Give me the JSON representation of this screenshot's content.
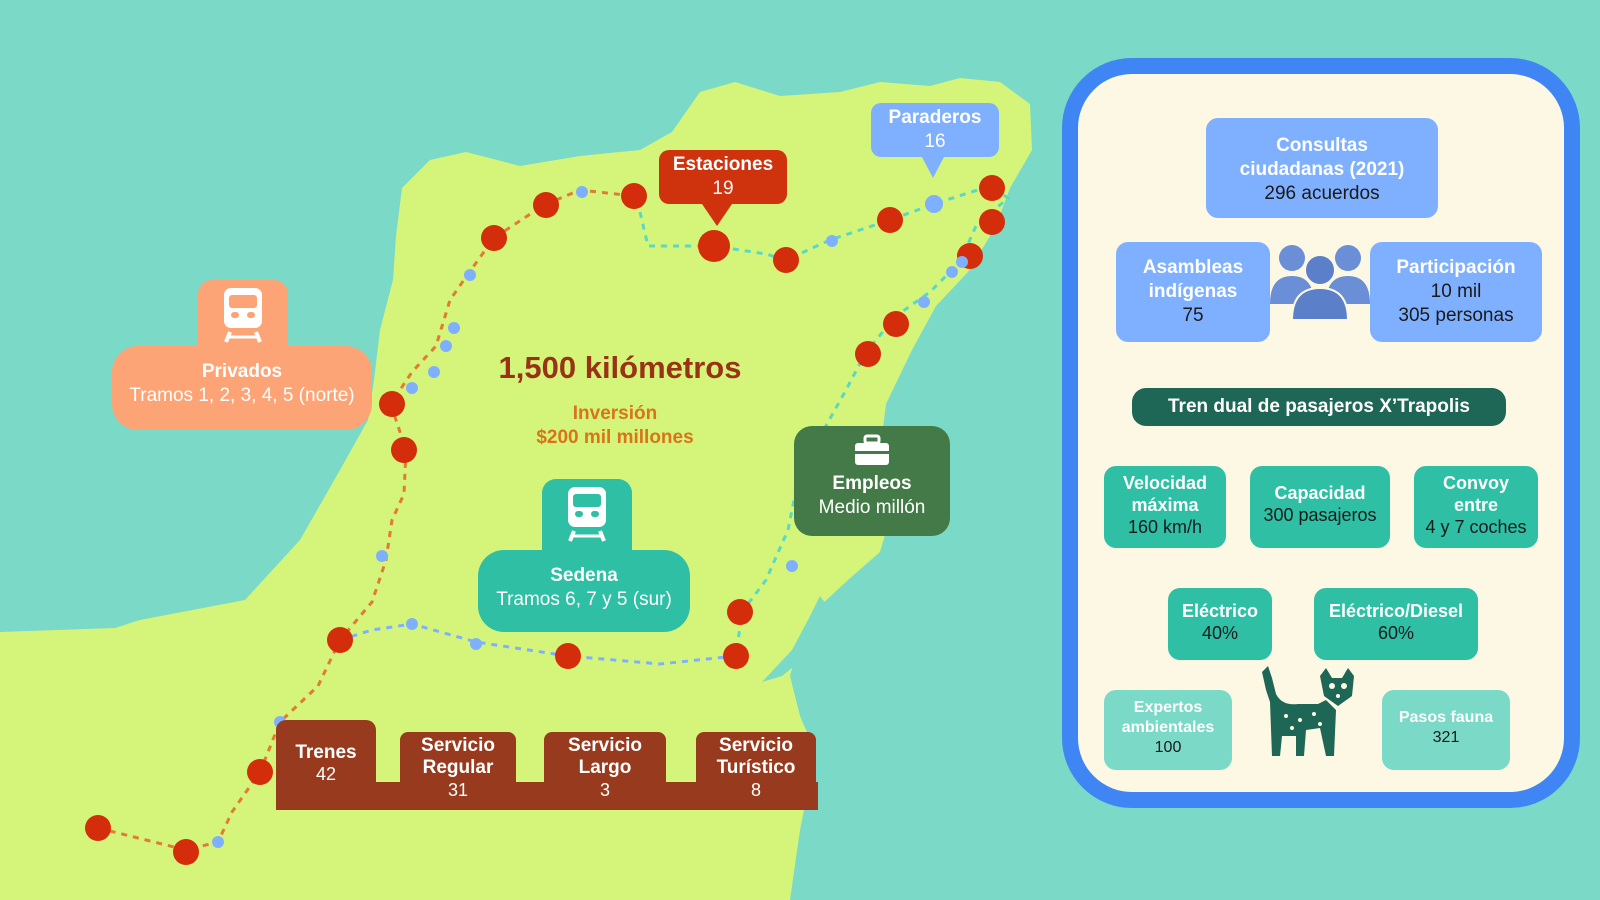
{
  "map": {
    "title": "1,500 kilómetros",
    "investment_label": "Inversión",
    "investment_value": "$200 mil millones",
    "estaciones": {
      "label": "Estaciones",
      "value": "19"
    },
    "paraderos": {
      "label": "Paraderos",
      "value": "16"
    },
    "privados": {
      "label": "Privados",
      "detail": "Tramos 1, 2, 3, 4, 5 (norte)",
      "icon": "train-icon"
    },
    "sedena": {
      "label": "Sedena",
      "detail": "Tramos 6, 7 y 5 (sur)",
      "icon": "train-icon"
    },
    "empleos": {
      "label": "Empleos",
      "value": "Medio millón",
      "icon": "briefcase-icon"
    },
    "trains": {
      "total_label": "Trenes",
      "total_value": "42",
      "services": [
        {
          "label_1": "Servicio",
          "label_2": "Regular",
          "value": "31"
        },
        {
          "label_1": "Servicio",
          "label_2": "Largo",
          "value": "3"
        },
        {
          "label_1": "Servicio",
          "label_2": "Turístico",
          "value": "8"
        }
      ]
    }
  },
  "panel": {
    "consultas": {
      "line1": "Consultas",
      "line2": "ciudadanas (2021)",
      "line3": "296 acuerdos"
    },
    "asambleas": {
      "line1": "Asambleas",
      "line2": "indígenas",
      "line3": "75"
    },
    "participacion": {
      "line1": "Participación",
      "line2": "10 mil",
      "line3": "305 personas"
    },
    "people_icon": "people-group-icon",
    "train_title": "Tren dual de pasajeros X’Trapolis",
    "specs": [
      {
        "l1": "Velocidad",
        "l2": "máxima",
        "l3": "160 km/h"
      },
      {
        "l1": "Capacidad",
        "l2": "300 pasajeros"
      },
      {
        "l1": "Convoy",
        "l2": "entre",
        "l3": "4 y 7 coches"
      }
    ],
    "power": [
      {
        "label": "Eléctrico",
        "value": "40%"
      },
      {
        "label": "Eléctrico/Diesel",
        "value": "60%"
      }
    ],
    "expertos": {
      "l1": "Expertos",
      "l2": "ambientales",
      "l3": "100"
    },
    "pasos": {
      "l1": "Pasos fauna",
      "l2": "321"
    },
    "animal_icon": "jaguar-icon"
  },
  "colors": {
    "sea": "#7bd9c8",
    "land": "#d4f57a",
    "station": "#d42d0b",
    "stop": "#7fb0ff",
    "panel_border": "#3f86f4"
  }
}
